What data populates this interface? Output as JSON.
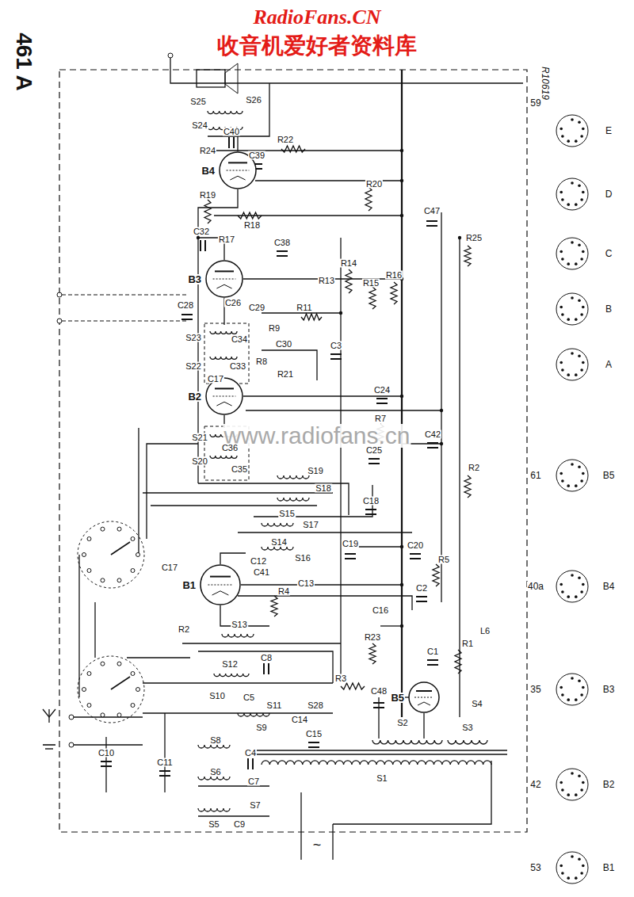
{
  "diagram": {
    "title": "461 A",
    "nodes": [
      {
        "text": [
          "B4"
        ]
      },
      {
        "text": [
          "B3"
        ]
      },
      {
        "text": [
          "B2"
        ]
      },
      {
        "text": [
          "B1"
        ]
      },
      {
        "text": [
          "B5"
        ]
      }
    ],
    "labels": [
      "RadioFans.CN",
      "收音机爱好者资料库",
      "R10619",
      "www.radiofans.cn",
      "S25",
      "S24",
      "S26",
      "C40",
      "R24",
      "C39",
      "R22",
      "R20",
      "R19",
      "C47",
      "C32",
      "R17",
      "R18",
      "C38",
      "R25",
      "R14",
      "R16",
      "R13",
      "R15",
      "C28",
      "C26",
      "C29",
      "R11",
      "R9",
      "S23",
      "C34",
      "C30",
      "C3",
      "R8",
      "S22",
      "C33",
      "R21",
      "C17",
      "C24",
      "R7",
      "C42",
      "S21",
      "C36",
      "C25",
      "S20",
      "C35",
      "R2",
      "S19",
      "S18",
      "C18",
      "S15",
      "S17",
      "S14",
      "C19",
      "C20",
      "S16",
      "R5",
      "C12",
      "C41",
      "C17",
      "C13",
      "C2",
      "R4",
      "C16",
      "S13",
      "R2",
      "L6",
      "R23",
      "R1",
      "C1",
      "C8",
      "S12",
      "R3",
      "C48",
      "S10",
      "C5",
      "S11",
      "S28",
      "S2",
      "S4",
      "S3",
      "C14",
      "S9",
      "C15",
      "S8",
      "C10",
      "C4",
      "S1",
      "C11",
      "S6",
      "C7",
      "S7",
      "S5",
      "C9",
      "~",
      "59",
      "E",
      "D",
      "C",
      "B",
      "A",
      "61",
      "B5",
      "40a",
      "B4",
      "35",
      "B3",
      "42",
      "B2",
      "53",
      "B1"
    ]
  }
}
